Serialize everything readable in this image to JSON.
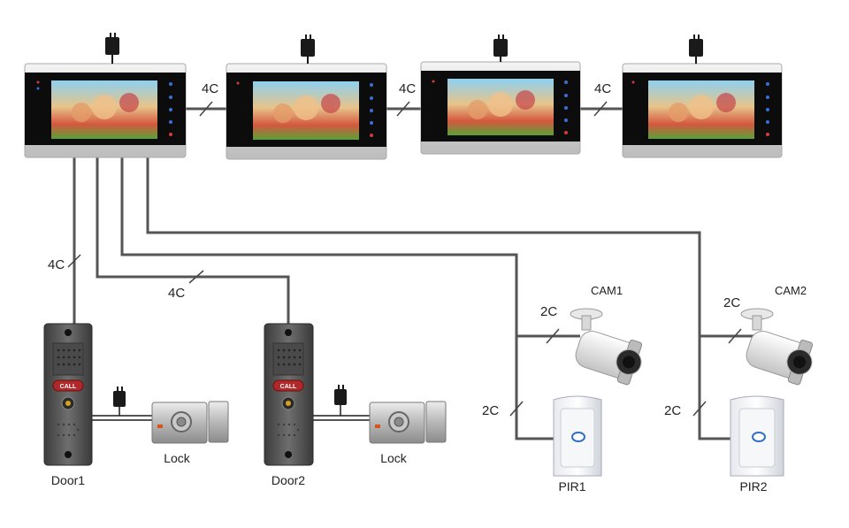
{
  "wire_labels": {
    "link_1_2": "4C",
    "link_2_3": "4C",
    "link_3_4": "4C",
    "door1_cable": "4C",
    "door2_cable": "4C",
    "cam1_cable": "2C",
    "cam2_cable": "2C",
    "pir1_cable": "2C",
    "pir2_cable": "2C"
  },
  "devices": {
    "door1": "Door1",
    "door2": "Door2",
    "lock1": "Lock",
    "lock2": "Lock",
    "cam1": "CAM1",
    "cam2": "CAM2",
    "pir1": "PIR1",
    "pir2": "PIR2",
    "call_button": "CALL"
  },
  "colors": {
    "wire": "#555555",
    "monitor_frame": "#dcdcdc",
    "monitor_face": "#0c0c0c",
    "door_panel": "#5a5a5a",
    "call_button": "#b0282a"
  }
}
